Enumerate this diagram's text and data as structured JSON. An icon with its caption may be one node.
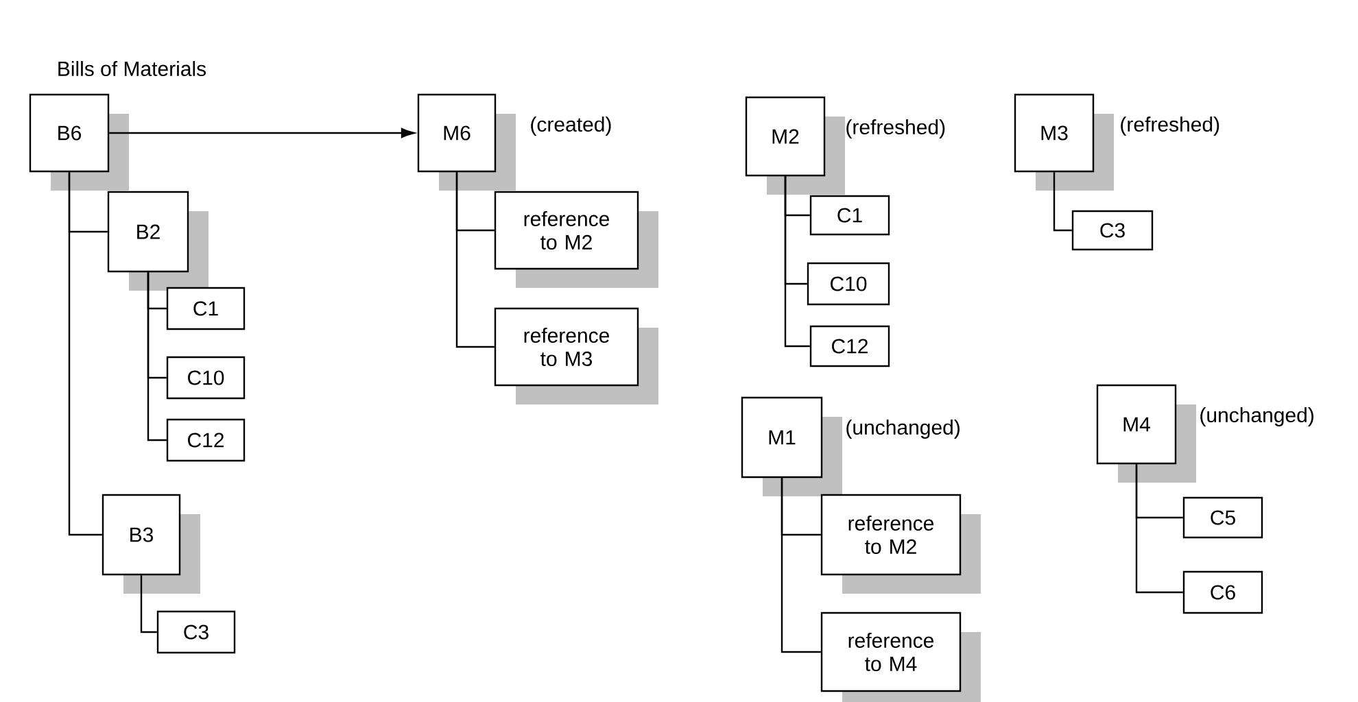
{
  "diagram": {
    "nodes": [
      {
        "text": [
          "B6"
        ]
      },
      {
        "text": [
          "B2"
        ]
      },
      {
        "text": [
          "C1"
        ]
      },
      {
        "text": [
          "C10"
        ]
      },
      {
        "text": [
          "C12"
        ]
      },
      {
        "text": [
          "B3"
        ]
      },
      {
        "text": [
          "C3"
        ]
      },
      {
        "text": [
          "M6"
        ],
        "beside": [
          "(created)"
        ]
      },
      {
        "text": [
          "reference to M2"
        ]
      },
      {
        "text": [
          "reference to M3"
        ]
      },
      {
        "text": [
          "M2"
        ],
        "beside": [
          "(refreshed)"
        ]
      },
      {
        "text": [
          "C1"
        ]
      },
      {
        "text": [
          "C10"
        ]
      },
      {
        "text": [
          "C12"
        ]
      },
      {
        "text": [
          "M3"
        ],
        "beside": [
          "(refreshed)"
        ]
      },
      {
        "text": [
          "C3"
        ]
      },
      {
        "text": [
          "M1"
        ],
        "beside": [
          "(unchanged)"
        ]
      },
      {
        "text": [
          "reference to M2"
        ]
      },
      {
        "text": [
          "reference to M4"
        ]
      },
      {
        "text": [
          "M4"
        ],
        "beside": [
          "(unchanged)"
        ]
      },
      {
        "text": [
          "C5"
        ]
      },
      {
        "text": [
          "C6"
        ]
      }
    ],
    "edges": [
      {
        "from": 0,
        "to": 1,
        "arrow": "none"
      },
      {
        "from": 1,
        "to": 2,
        "arrow": "none"
      },
      {
        "from": 1,
        "to": 3,
        "arrow": "none"
      },
      {
        "from": 1,
        "to": 4,
        "arrow": "none"
      },
      {
        "from": 0,
        "to": 5,
        "arrow": "none"
      },
      {
        "from": 5,
        "to": 6,
        "arrow": "none"
      },
      {
        "from": 0,
        "to": 7,
        "arrow": "to"
      },
      {
        "from": 7,
        "to": 8,
        "arrow": "none"
      },
      {
        "from": 7,
        "to": 9,
        "arrow": "none"
      },
      {
        "from": 10,
        "to": 11,
        "arrow": "none"
      },
      {
        "from": 10,
        "to": 12,
        "arrow": "none"
      },
      {
        "from": 10,
        "to": 13,
        "arrow": "none"
      },
      {
        "from": 14,
        "to": 15,
        "arrow": "none"
      },
      {
        "from": 16,
        "to": 17,
        "arrow": "none"
      },
      {
        "from": 16,
        "to": 18,
        "arrow": "none"
      },
      {
        "from": 19,
        "to": 20,
        "arrow": "none"
      },
      {
        "from": 19,
        "to": 21,
        "arrow": "none"
      }
    ],
    "labels": [
      "Bills of Materials"
    ]
  }
}
